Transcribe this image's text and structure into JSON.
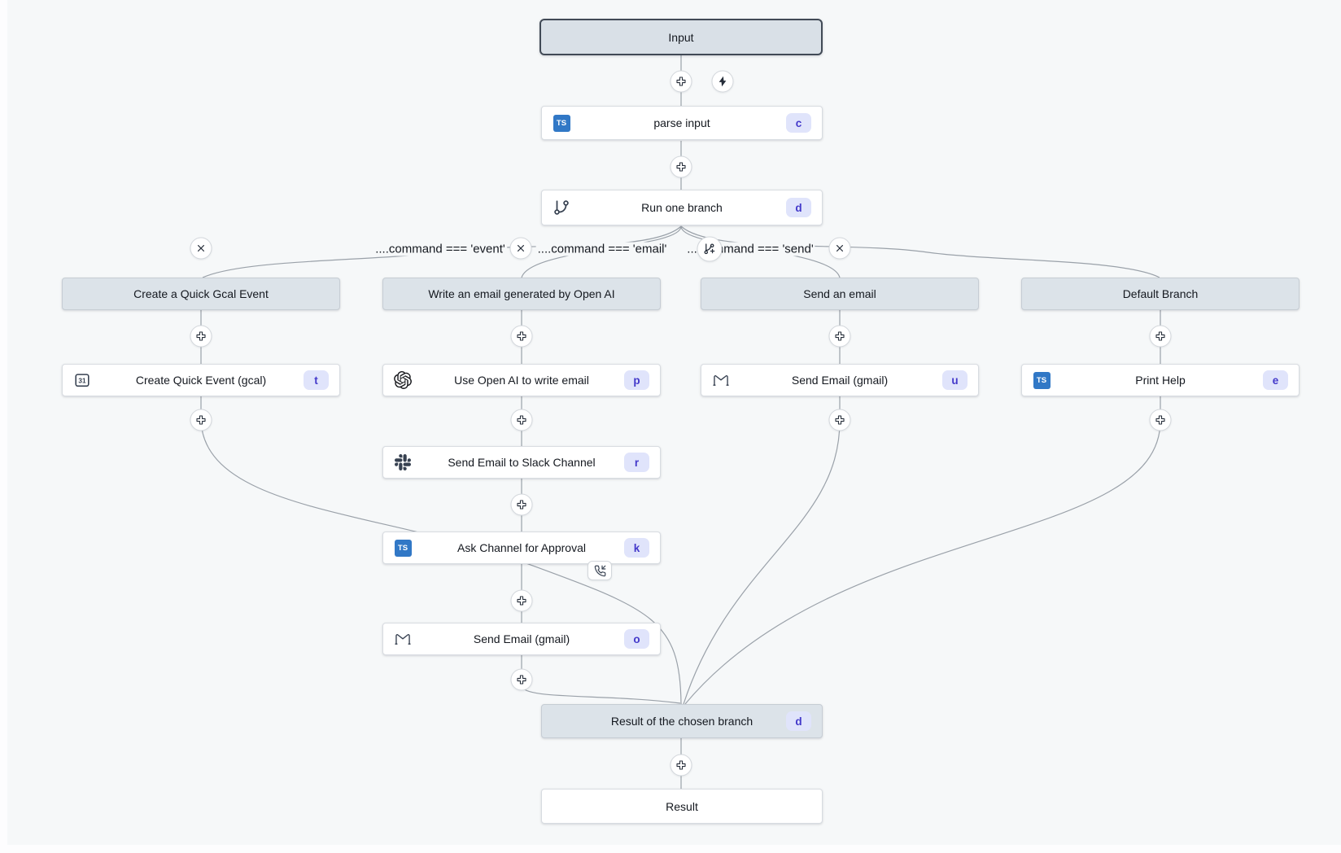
{
  "canvas": {
    "background": "#f6f8f9"
  },
  "colors": {
    "badge_bg": "#e0e4fb",
    "badge_text": "#4338ca",
    "virtual_node_bg": "#dce3e9",
    "node_border": "#d8dce1",
    "edge": "#9aa1a9",
    "typescript_blue": "#3178c6"
  },
  "icons": {
    "typescript_label": "TS",
    "calendar_day": "31"
  },
  "flow": {
    "input": {
      "label": "Input"
    },
    "steps": {
      "parse_input": {
        "title": "parse input",
        "badge": "c"
      },
      "run_one_branch": {
        "title": "Run one branch",
        "badge": "d"
      }
    },
    "branches": [
      {
        "header": "Create a Quick Gcal Event",
        "condition": "....command === 'event'",
        "steps": [
          {
            "title": "Create Quick Event (gcal)",
            "badge": "t"
          }
        ]
      },
      {
        "header": "Write an email generated by Open AI",
        "condition": "....command === 'email'",
        "steps": [
          {
            "title": "Use Open AI to write email",
            "badge": "p"
          },
          {
            "title": "Send Email to Slack Channel",
            "badge": "r"
          },
          {
            "title": "Ask Channel for Approval",
            "badge": "k"
          },
          {
            "title": "Send Email (gmail)",
            "badge": "o"
          }
        ]
      },
      {
        "header": "Send an email",
        "condition": "....command === 'send'",
        "steps": [
          {
            "title": "Send Email (gmail)",
            "badge": "u"
          }
        ]
      },
      {
        "header": "Default Branch",
        "condition": "",
        "steps": [
          {
            "title": "Print Help",
            "badge": "e"
          }
        ]
      }
    ],
    "branch_end": {
      "title": "Result of the chosen branch",
      "badge": "d"
    },
    "result": {
      "label": "Result"
    }
  }
}
